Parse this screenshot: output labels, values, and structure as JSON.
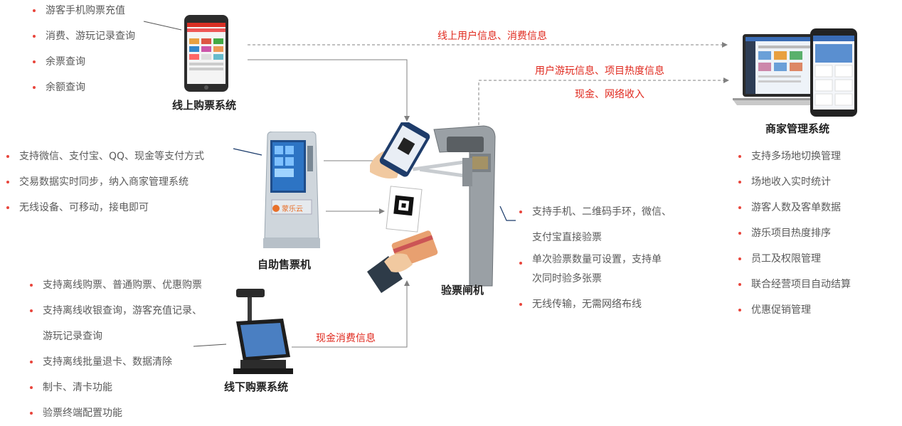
{
  "online_system": {
    "title": "线上购票系统",
    "features": [
      "游客手机购票充值",
      "消费、游玩记录查询",
      "余票查询",
      "余额查询"
    ]
  },
  "kiosk": {
    "title": "自助售票机",
    "features": [
      "支持微信、支付宝、QQ、现金等支付方式",
      "交易数据实时同步，纳入商家管理系统",
      "无线设备、可移动，接电即可"
    ]
  },
  "offline_system": {
    "title": "线下购票系统",
    "features": [
      "支持离线购票、普通购票、优惠购票",
      "支持离线收银查询，游客充值记录、",
      "游玩记录查询",
      "支持离线批量退卡、数据清除",
      "制卡、清卡功能",
      "验票终端配置功能"
    ]
  },
  "gate": {
    "title": "验票闸机",
    "features": [
      "支持手机、二维码手环，微信、",
      "支付宝直接验票",
      "单次验票数量可设置，支持单",
      "次同时验多张票",
      "无线传输，无需网络布线"
    ]
  },
  "merchant": {
    "title": "商家管理系统",
    "features": [
      "支持多场地切换管理",
      "场地收入实时统计",
      "游客人数及客单数据",
      "游乐项目热度排序",
      "员工及权限管理",
      "联合经营项目自动结算",
      "优惠促销管理"
    ]
  },
  "flows": {
    "online_user_info": "线上用户信息、消费信息",
    "user_play_info": "用户游玩信息、项目热度信息",
    "cash_network_income": "现金、网络收入",
    "cash_consumption": "现金消费信息"
  },
  "device_labels": {
    "kiosk_brand": "蒙乐云"
  },
  "colors": {
    "accent": "#e02a1f",
    "bullet": "#e8453c"
  }
}
